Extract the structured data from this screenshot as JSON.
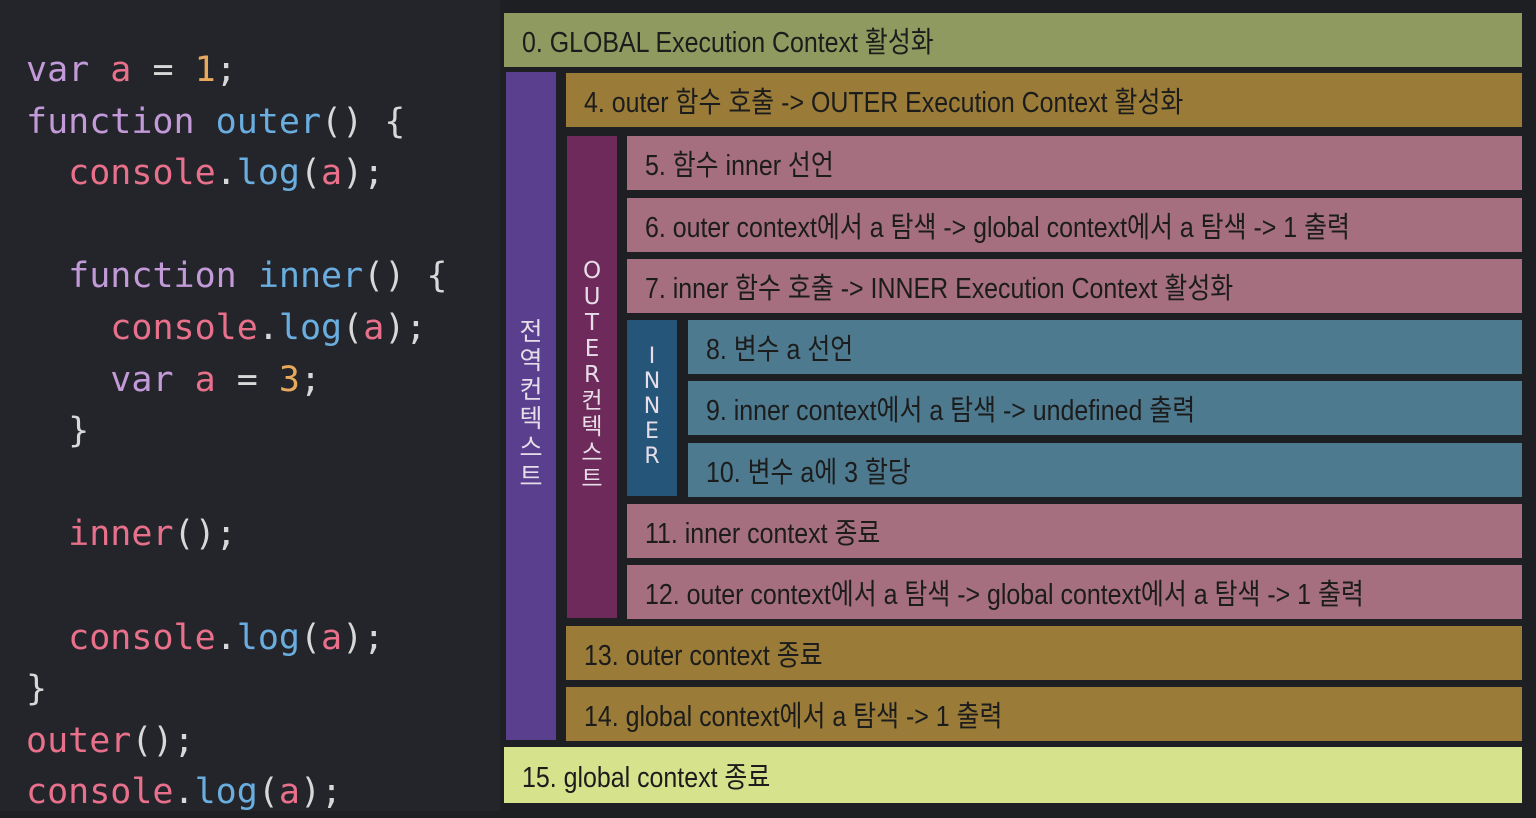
{
  "code": {
    "lines": [
      [
        {
          "t": "var",
          "c": "kw"
        },
        {
          "t": " ",
          "c": "p"
        },
        {
          "t": "a",
          "c": "var"
        },
        {
          "t": " = ",
          "c": "p"
        },
        {
          "t": "1",
          "c": "num"
        },
        {
          "t": ";",
          "c": "p"
        }
      ],
      [
        {
          "t": "function",
          "c": "kw"
        },
        {
          "t": " ",
          "c": "p"
        },
        {
          "t": "outer",
          "c": "fn"
        },
        {
          "t": "() {",
          "c": "p"
        }
      ],
      [
        {
          "t": "  ",
          "c": "p"
        },
        {
          "t": "console",
          "c": "var"
        },
        {
          "t": ".",
          "c": "p"
        },
        {
          "t": "log",
          "c": "fn"
        },
        {
          "t": "(",
          "c": "p"
        },
        {
          "t": "a",
          "c": "var"
        },
        {
          "t": ");",
          "c": "p"
        }
      ],
      [],
      [
        {
          "t": "  ",
          "c": "p"
        },
        {
          "t": "function",
          "c": "kw"
        },
        {
          "t": " ",
          "c": "p"
        },
        {
          "t": "inner",
          "c": "fn"
        },
        {
          "t": "() {",
          "c": "p"
        }
      ],
      [
        {
          "t": "    ",
          "c": "p"
        },
        {
          "t": "console",
          "c": "var"
        },
        {
          "t": ".",
          "c": "p"
        },
        {
          "t": "log",
          "c": "fn"
        },
        {
          "t": "(",
          "c": "p"
        },
        {
          "t": "a",
          "c": "var"
        },
        {
          "t": ");",
          "c": "p"
        }
      ],
      [
        {
          "t": "    ",
          "c": "p"
        },
        {
          "t": "var",
          "c": "kw"
        },
        {
          "t": " ",
          "c": "p"
        },
        {
          "t": "a",
          "c": "var"
        },
        {
          "t": " = ",
          "c": "p"
        },
        {
          "t": "3",
          "c": "num"
        },
        {
          "t": ";",
          "c": "p"
        }
      ],
      [
        {
          "t": "  }",
          "c": "p"
        }
      ],
      [],
      [
        {
          "t": "  ",
          "c": "p"
        },
        {
          "t": "inner",
          "c": "var"
        },
        {
          "t": "();",
          "c": "p"
        }
      ],
      [],
      [
        {
          "t": "  ",
          "c": "p"
        },
        {
          "t": "console",
          "c": "var"
        },
        {
          "t": ".",
          "c": "p"
        },
        {
          "t": "log",
          "c": "fn"
        },
        {
          "t": "(",
          "c": "p"
        },
        {
          "t": "a",
          "c": "var"
        },
        {
          "t": ");",
          "c": "p"
        }
      ],
      [
        {
          "t": "}",
          "c": "p"
        }
      ],
      [
        {
          "t": "outer",
          "c": "var"
        },
        {
          "t": "();",
          "c": "p"
        }
      ],
      [
        {
          "t": "console",
          "c": "var"
        },
        {
          "t": ".",
          "c": "p"
        },
        {
          "t": "log",
          "c": "fn"
        },
        {
          "t": "(",
          "c": "p"
        },
        {
          "t": "a",
          "c": "var"
        },
        {
          "t": ");",
          "c": "p"
        }
      ]
    ]
  },
  "context_labels": {
    "global": "전역컨텍스트",
    "outer": "OUTER 컨텍스트",
    "inner": "INNER"
  },
  "steps": [
    {
      "level": "global",
      "text": "0. GLOBAL Execution Context 활성화"
    },
    {
      "level": "outer",
      "text": "4. outer 함수 호출 -> OUTER Execution Context 활성화"
    },
    {
      "level": "inner",
      "text": "5. 함수 inner 선언"
    },
    {
      "level": "inner",
      "text": "6. outer context에서 a 탐색 -> global context에서 a 탐색 -> 1 출력"
    },
    {
      "level": "inner",
      "text": "7. inner 함수 호출 -> INNER Execution Context 활성화"
    },
    {
      "level": "inner2",
      "text": "8. 변수 a 선언"
    },
    {
      "level": "inner2",
      "text": "9. inner context에서 a 탐색 -> undefined 출력"
    },
    {
      "level": "inner2",
      "text": "10. 변수 a에 3 할당"
    },
    {
      "level": "inner",
      "text": "11. inner context 종료"
    },
    {
      "level": "inner",
      "text": "12. outer context에서 a 탐색 -> global context에서 a 탐색 -> 1 출력"
    },
    {
      "level": "outer",
      "text": "13. outer context 종료"
    },
    {
      "level": "outer",
      "text": "14. global context에서 a 탐색 -> 1 출력"
    },
    {
      "level": "final",
      "text": "15. global context 종료"
    }
  ],
  "colors": {
    "code_bg": "#24252b",
    "global": "#8e9a5f",
    "global_label": "#5a3f8e",
    "outer": "#9a7c38",
    "outer_label": "#6e2a5a",
    "inner": "#a56f80",
    "inner2": "#4d7a8f",
    "inner_label": "#26557a",
    "final": "#d6e38c"
  }
}
